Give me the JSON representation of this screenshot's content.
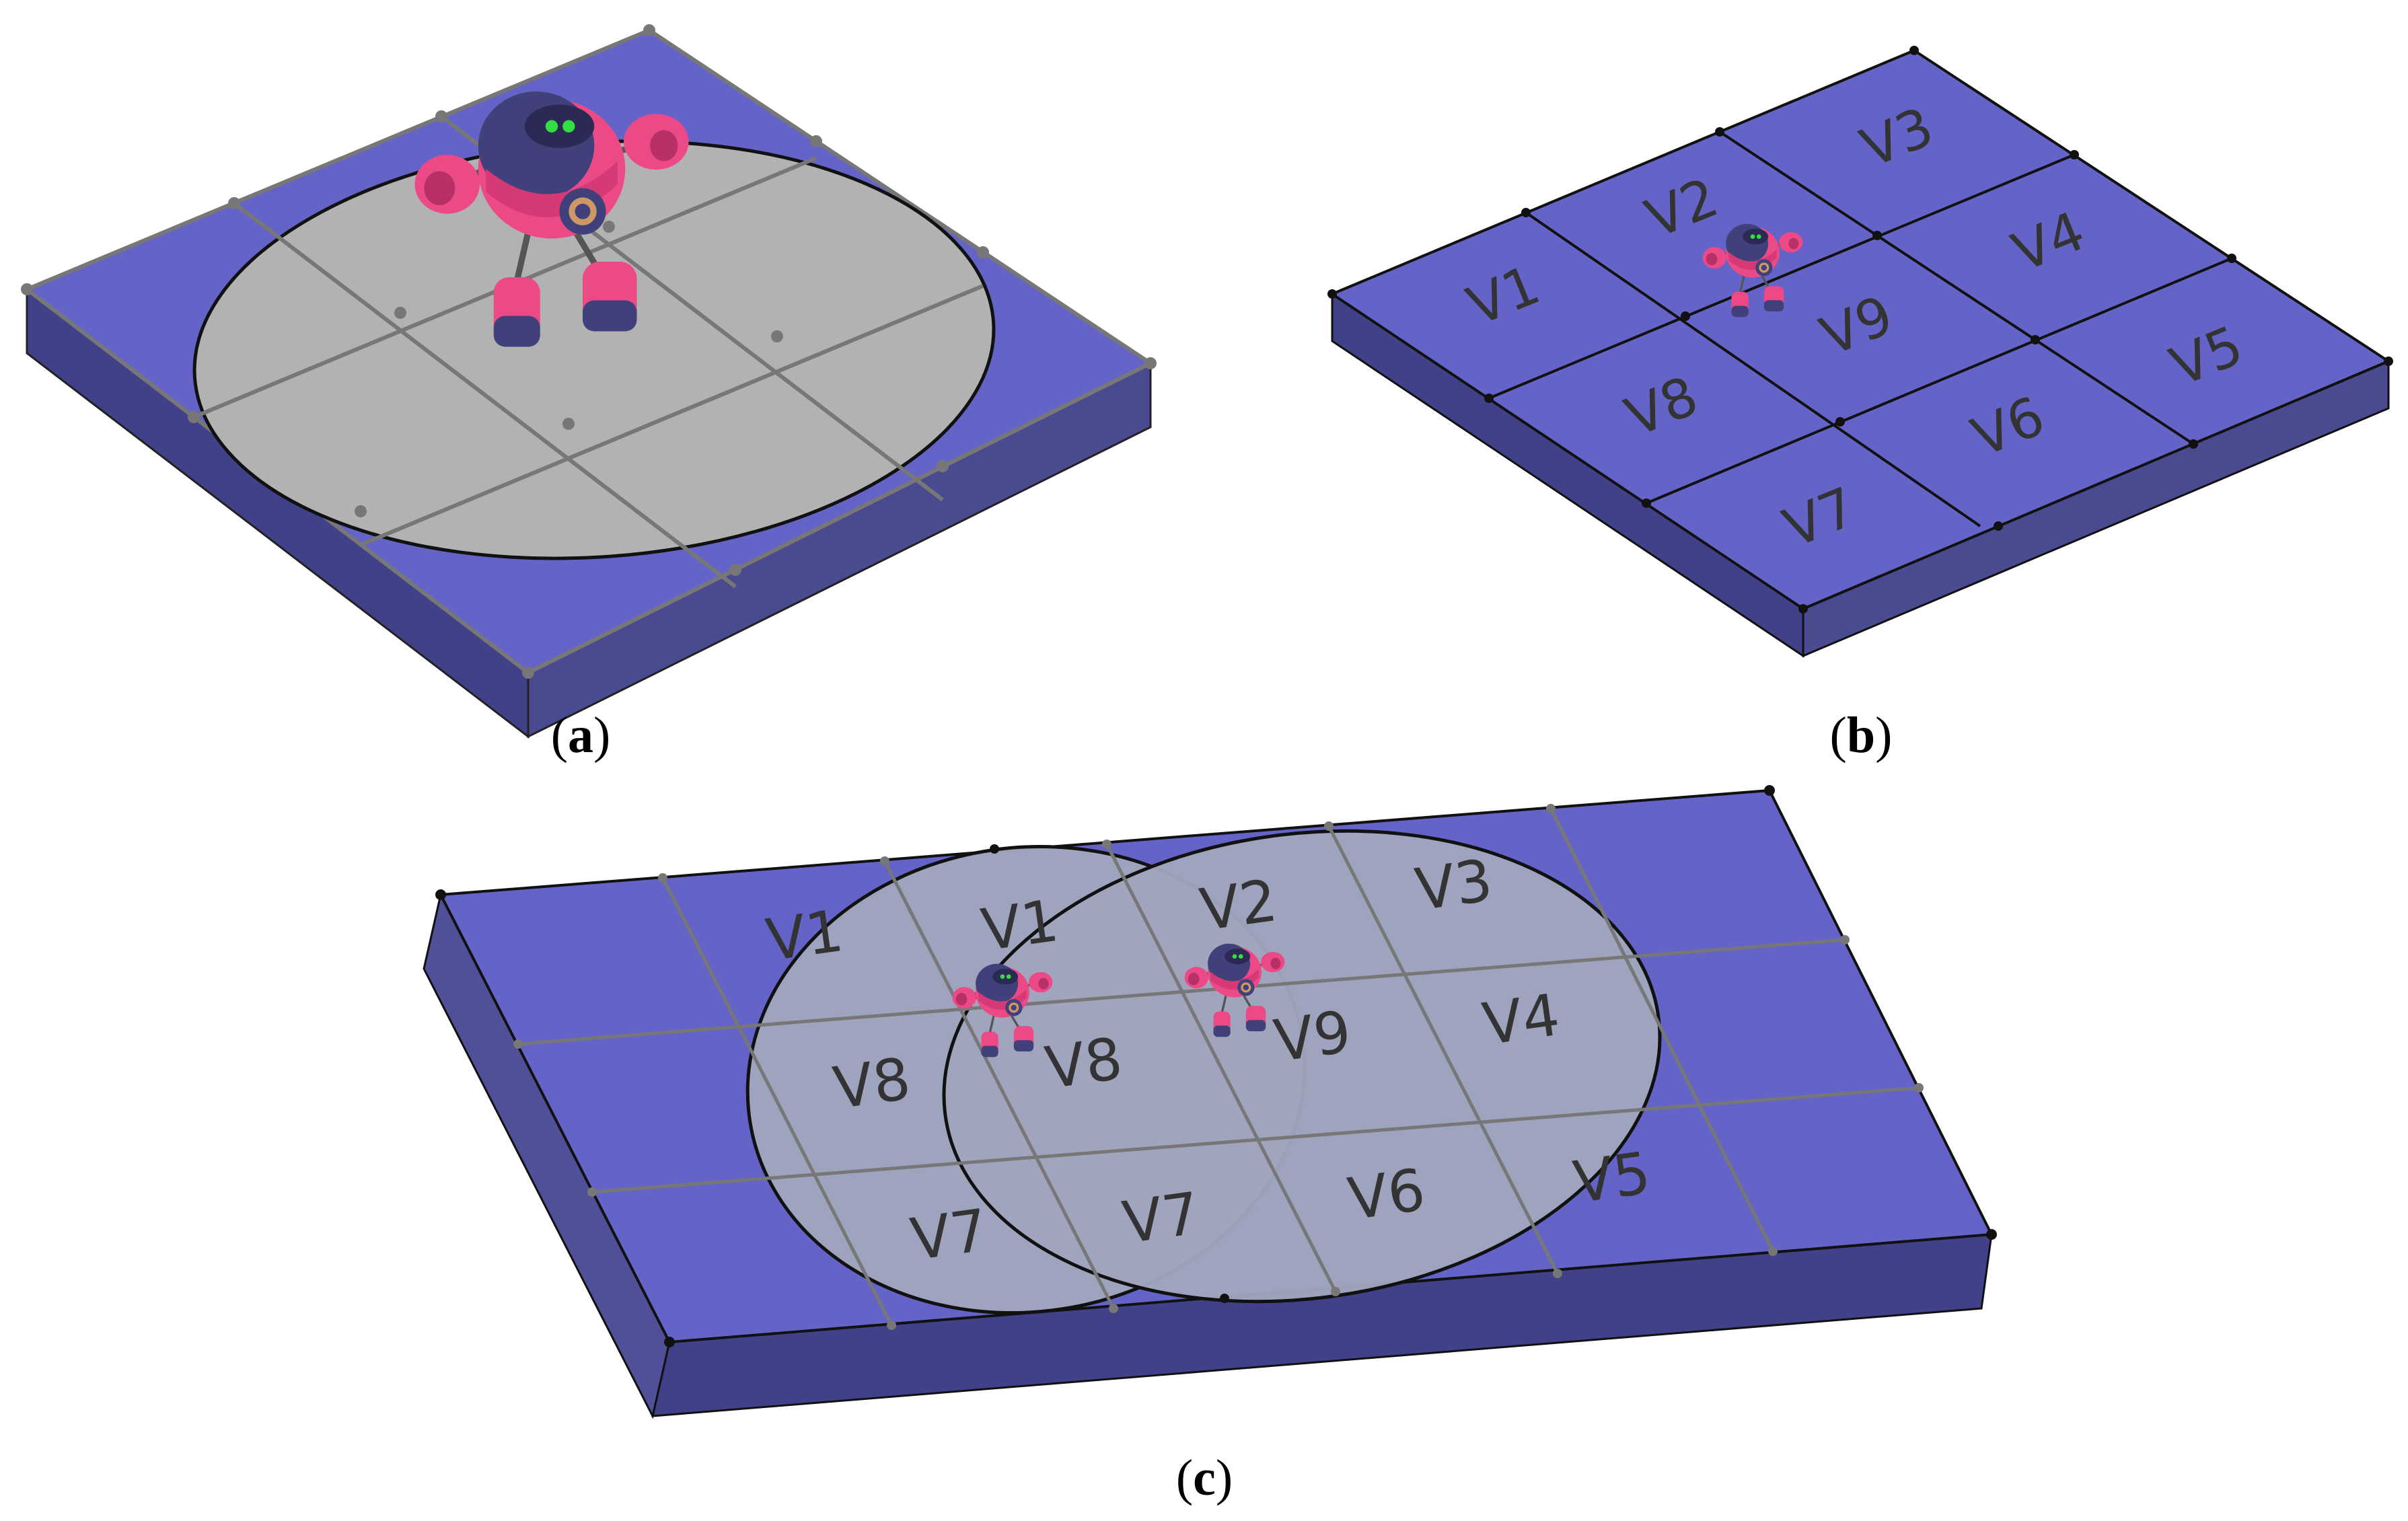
{
  "figure": {
    "panels": [
      {
        "id": "a",
        "caption": {
          "open": "(",
          "letter": "a",
          "close": ")"
        },
        "cell_labels": []
      },
      {
        "id": "b",
        "caption": {
          "open": "(",
          "letter": "b",
          "close": ")"
        },
        "cell_labels": [
          "V1",
          "V2",
          "V3",
          "V4",
          "V5",
          "V6",
          "V7",
          "V8",
          "V9"
        ]
      },
      {
        "id": "c",
        "caption": {
          "open": "(",
          "letter": "c",
          "close": ")"
        },
        "cell_labels": [
          "V1",
          "V1",
          "V2",
          "V3",
          "V8",
          "V8",
          "V9",
          "V4",
          "V7",
          "V7",
          "V6",
          "V5"
        ]
      }
    ],
    "colors": {
      "plate_top": "#6464c8",
      "plate_front": "#41418a",
      "plate_side": "#505098",
      "circle_fill_a": "#b2b2b2",
      "circle_fill_c": "#a0a5bd",
      "grid_line": "#777777",
      "edge": "#111111",
      "robot_body": "#ec4a86",
      "robot_dark": "#40407a",
      "robot_eye": "#33dd44"
    }
  }
}
